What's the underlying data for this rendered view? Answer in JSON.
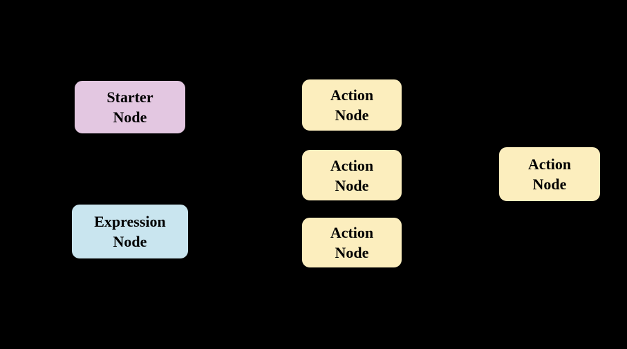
{
  "diagram": {
    "background_color": "#000000",
    "edge_color": "#000000",
    "text_color": "#000000",
    "node_border_color": "#000000",
    "fills": {
      "starter": "#E3C7E1",
      "expression": "#C9E5EF",
      "action": "#FCEEBE"
    },
    "nodes": [
      {
        "id": "starter-node",
        "type": "starter",
        "lines": [
          "Starter",
          "Node"
        ],
        "fill": "#E3C7E1"
      },
      {
        "id": "expression-node",
        "type": "expression",
        "lines": [
          "Expression",
          "Node"
        ],
        "fill": "#C9E5EF"
      },
      {
        "id": "action-node-1",
        "type": "action",
        "lines": [
          "Action",
          "Node"
        ],
        "fill": "#FCEEBE"
      },
      {
        "id": "action-node-2",
        "type": "action",
        "lines": [
          "Action",
          "Node"
        ],
        "fill": "#FCEEBE"
      },
      {
        "id": "action-node-3",
        "type": "action",
        "lines": [
          "Action",
          "Node"
        ],
        "fill": "#FCEEBE"
      },
      {
        "id": "action-node-4",
        "type": "action",
        "lines": [
          "Action",
          "Node"
        ],
        "fill": "#FCEEBE"
      }
    ],
    "edges": [
      {
        "from": "starter-node",
        "to": "expression-node"
      },
      {
        "from": "action-node-3",
        "to": "expression-node"
      },
      {
        "from": "action-node-4",
        "to": "action-node-1"
      },
      {
        "from": "action-node-4",
        "to": "action-node-2"
      },
      {
        "from": "action-node-4",
        "to": "action-node-3"
      }
    ]
  }
}
